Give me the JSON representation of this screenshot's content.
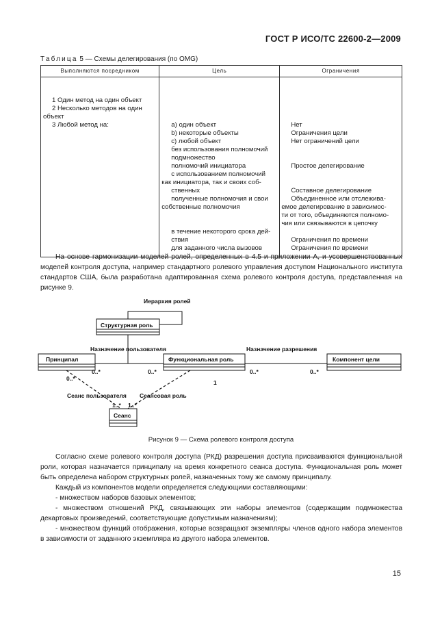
{
  "header": {
    "doc_id": "ГОСТ Р ИСО/ТС 22600-2—2009"
  },
  "table": {
    "caption_word": "Таблица",
    "caption_rest": "5 — Схемы делегирования (по OMG)",
    "columns": [
      "Выполняются посредником",
      "Цель",
      "Ограничения"
    ],
    "col1_lines": [
      "1 Один метод на один объект",
      "2 Несколько методов на один",
      "объект",
      "3 Любой метод на:"
    ],
    "col2_lines": [
      "",
      "",
      "",
      "a) один объект",
      "b) некоторые объекты",
      "c) любой объект",
      "без использования полномочий",
      "подмножество",
      "полномочий инициатора",
      "с использованием полномочий",
      "как инициатора, так и своих соб-",
      "ственных",
      "полученные полномочия и свои",
      "собственные полномочия",
      "",
      "",
      "в течение некоторого срока дей-",
      "ствия",
      "для заданного числа вызовов"
    ],
    "col3_lines": [
      "",
      "",
      "",
      "Нет",
      "Ограничения цели",
      "Нет ограничений цели",
      "",
      "",
      "Простое делегирование",
      "",
      "",
      "Составное делегирование",
      "Объединенное или отслежива-",
      "емое делегирование в зависимос-",
      "ти от того, объединяются полномо-",
      "чия или связываются в цепочку",
      "",
      "Ограничения по времени",
      "Ограничения по времени"
    ]
  },
  "para1": "На основе гармонизации моделей ролей, определенных в 4.5 и приложении А, и усовершенствованных моделей контроля доступа, например стандартного ролевого управления доступом Национального института стандартов США, была разработана адаптированная схема ролевого контроля доступа, представленная на рисунке 9.",
  "diagram": {
    "role_hierarchy": "Иерархия ролей",
    "structural_role": "Структурная роль",
    "user_assignment": "Назначение пользователя",
    "permission_assignment": "Назначение разрешения",
    "principal": "Принципал",
    "functional_role": "Функциональная роль",
    "target_component": "Компонент цели",
    "mult_principal_right": "0..*",
    "mult_func_left": "0..*",
    "mult_func_right": "0..*",
    "mult_target_left": "0..*",
    "mult_principal_bottom": "0..*",
    "mult_func_bottom": "1",
    "user_session": "Сеанс пользователя",
    "session_role": "Сеансовая роль",
    "mult_session_left": "1..*",
    "mult_session_right": "1..*",
    "session": "Сеанс"
  },
  "figure_caption": "Рисунок 9 — Схема ролевого контроля доступа",
  "body": {
    "p2": "Согласно схеме ролевого контроля доступа (РКД) разрешения доступа присваиваются функциональной роли, которая назначается принципалу на время конкретного сеанса доступа. Функциональная роль может быть определена набором структурных ролей, назначенных тому же самому принципалу.",
    "p3": "Каждый из компонентов модели определяется следующими составляющими:",
    "b1": "- множеством наборов базовых элементов;",
    "b2": "- множеством отношений РКД, связывающих эти наборы элементов (содержащим подмножества декартовых произведений, соответствующие допустимым назначениям);",
    "b3": "- множеством функций отображения, которые возвращают экземпляры членов одного набора элементов в зависимости от заданного экземпляра из другого набора элементов."
  },
  "page_number": "15"
}
